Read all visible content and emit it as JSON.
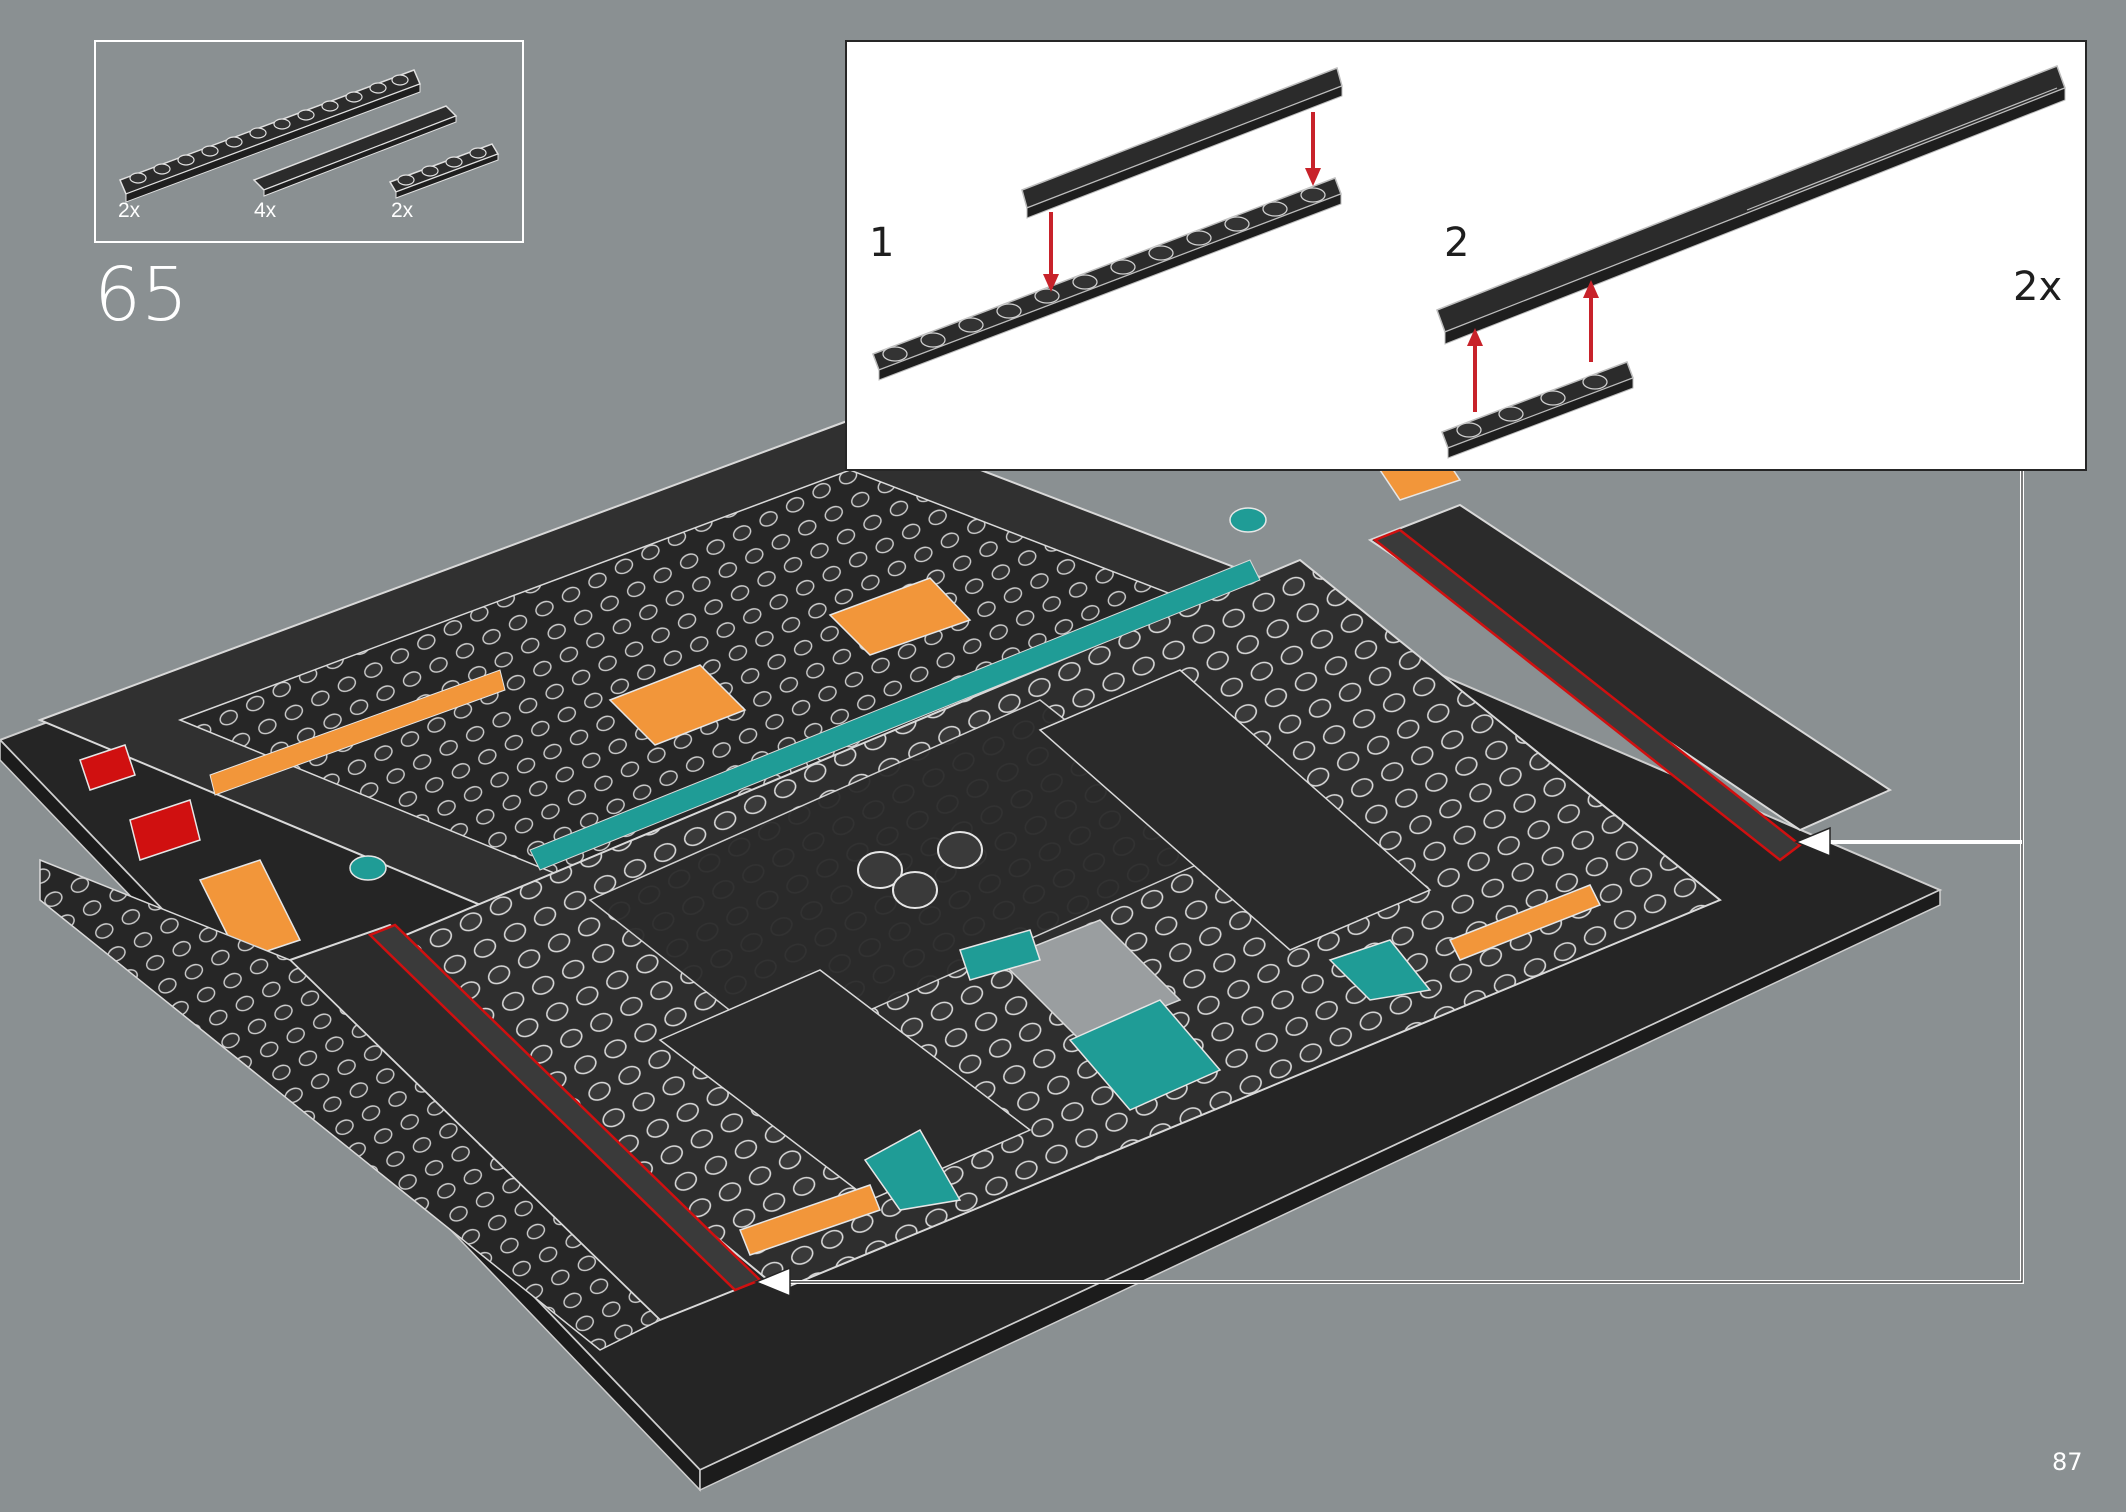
{
  "step": {
    "number": "65"
  },
  "parts": [
    {
      "qty": "2x",
      "name": "plate 1x12"
    },
    {
      "qty": "4x",
      "name": "tile 1x12"
    },
    {
      "qty": "2x",
      "name": "plate 1x4"
    }
  ],
  "callout": {
    "sub_steps": [
      "1",
      "2"
    ],
    "multiplier": "2x"
  },
  "page": {
    "number": "87"
  },
  "colors": {
    "background": "#8a9092",
    "black_brick": "#2b2b2b",
    "orange": "#f2963a",
    "teal": "#1f9c96",
    "red_highlight": "#d01010",
    "arrow_red": "#c8222a"
  }
}
